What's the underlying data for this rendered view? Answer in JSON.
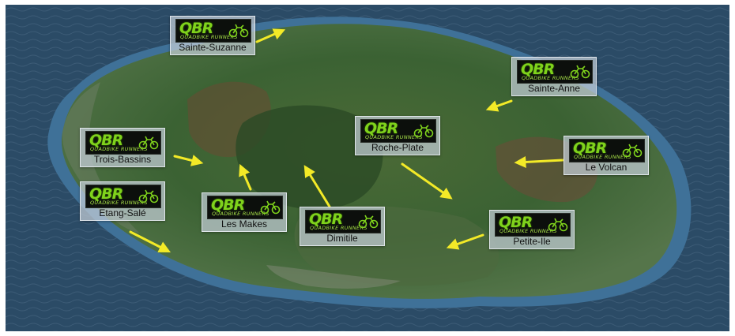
{
  "map": {
    "colors": {
      "sea": "#2b4b66",
      "shallow": "#3f7198",
      "land": "#3e6a34",
      "land_dark": "#2a4a26",
      "arrow": "#f3ea27",
      "logo_green": "#7fd21c"
    },
    "logo": {
      "mark": "QBR",
      "tagline": "QUADBIKE RUNNERS",
      "icon": "quad-bike-icon"
    },
    "locations": [
      {
        "id": "sainte-suzanne",
        "label": "Sainte-Suzanne"
      },
      {
        "id": "sainte-anne",
        "label": "Sainte-Anne"
      },
      {
        "id": "trois-bassins",
        "label": "Trois-Bassins"
      },
      {
        "id": "roche-plate",
        "label": "Roche-Plate"
      },
      {
        "id": "le-volcan",
        "label": "Le Volcan"
      },
      {
        "id": "etang-sale",
        "label": "Etang-Salé"
      },
      {
        "id": "les-makes",
        "label": "Les Makes"
      },
      {
        "id": "dimitile",
        "label": "Dimitile"
      },
      {
        "id": "petite-ile",
        "label": "Petite-Ile"
      }
    ]
  }
}
